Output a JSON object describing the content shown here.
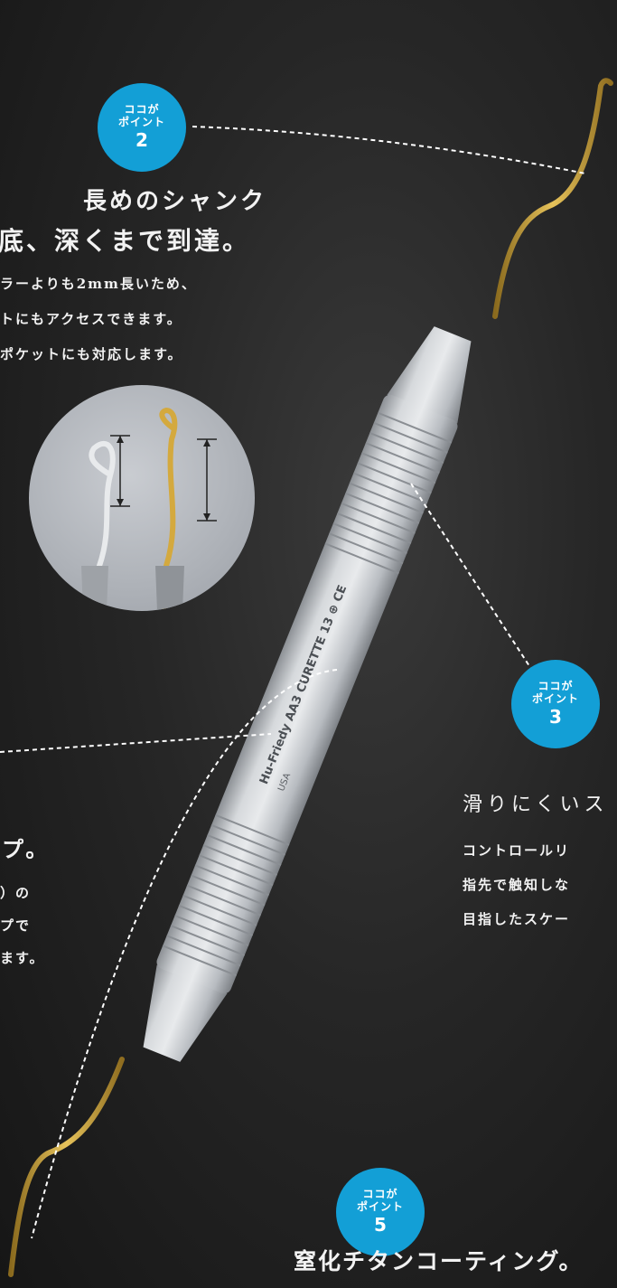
{
  "badges": [
    {
      "line1": "ココが",
      "line2": "ポイント",
      "num": "2"
    },
    {
      "line1": "ココが",
      "line2": "ポイント",
      "num": "3"
    },
    {
      "line1": "ココが",
      "line2": "ポイント",
      "num": "5"
    }
  ],
  "point2": {
    "heading1": "長めのシャンク",
    "heading2": "底、深くまで到達。",
    "body": [
      "ラーよりも2mm長いため、",
      "トにもアクセスできます。",
      "ポケットにも対応します。"
    ]
  },
  "point3": {
    "heading": "滑りにくいス",
    "body": [
      "コントロールリ",
      "指先で触知しな",
      "目指したスケー"
    ]
  },
  "point4": {
    "heading": "プ。",
    "body": [
      "）の",
      "プで",
      "ます。"
    ]
  },
  "point5": {
    "heading": "窒化チタンコーティング。"
  },
  "instrument": {
    "engraving": "Hu-Friedy AA3 CURETTE 13 ⊕ CE",
    "origin": "USA"
  },
  "colors": {
    "badge": "#139fd6",
    "gold": "#c9a437",
    "steel": "#c3c6ca"
  }
}
